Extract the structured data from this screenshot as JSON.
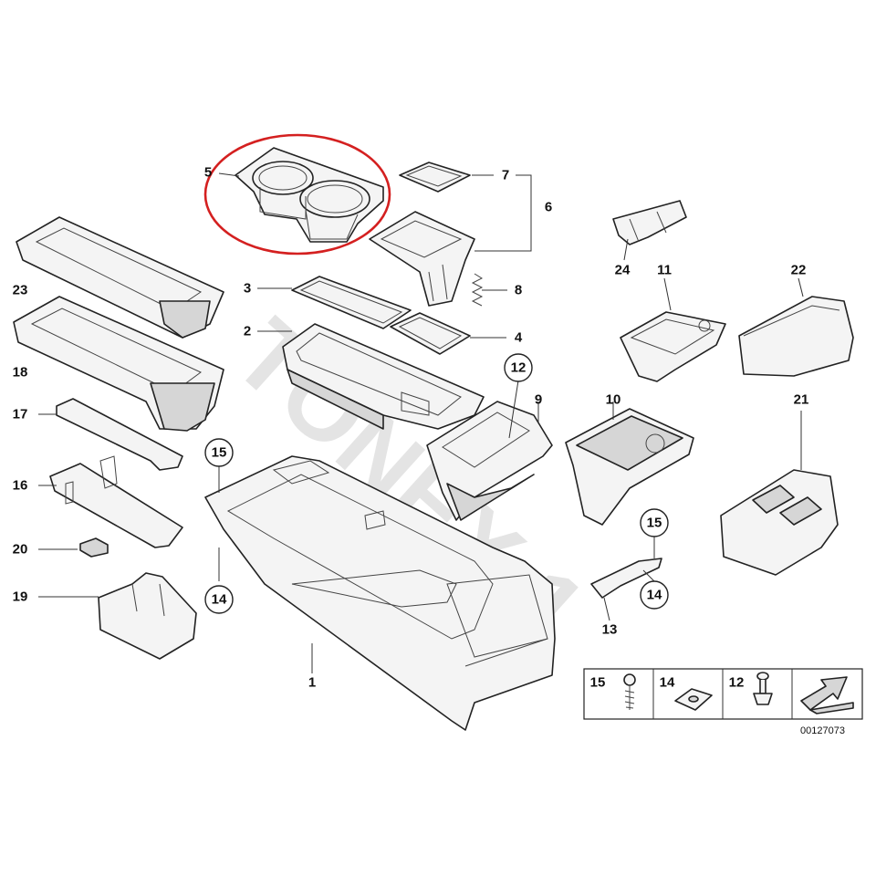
{
  "diagram": {
    "watermark": "TONEX 1",
    "reference_number": "00127073",
    "labels": {
      "p1": "1",
      "p2": "2",
      "p3": "3",
      "p4": "4",
      "p5": "5",
      "p6": "6",
      "p7": "7",
      "p8": "8",
      "p9": "9",
      "p10": "10",
      "p11": "11",
      "p13": "13",
      "p16": "16",
      "p17": "17",
      "p18": "18",
      "p19": "19",
      "p20": "20",
      "p21": "21",
      "p22": "22",
      "p23": "23",
      "p24": "24"
    },
    "circled": {
      "c12": "12",
      "c15a": "15",
      "c14a": "14",
      "c15b": "15",
      "c14b": "14"
    },
    "legend": {
      "l15": "15",
      "l14": "14",
      "l12": "12"
    },
    "highlight_color": "#d42020"
  }
}
